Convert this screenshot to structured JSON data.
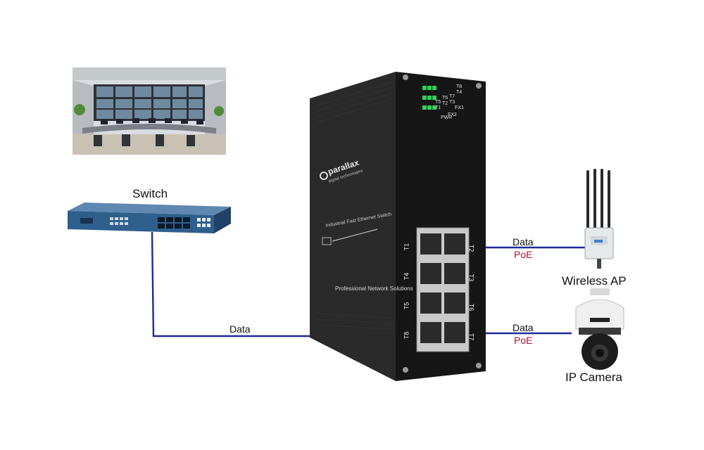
{
  "devices": {
    "switch": {
      "label": "Switch"
    },
    "wireless_ap": {
      "label": "Wireless AP"
    },
    "ip_camera": {
      "label": "IP Camera"
    },
    "industrial_switch": {
      "brand": "parallax",
      "brand_tagline": "digital technologies",
      "model_text": "Industrial Fast Ethernet Switch",
      "slogan": "Professional Network Solutions",
      "led_labels": [
        [
          "T4",
          "T8"
        ],
        [
          "T3",
          "T7",
          "FX1"
        ],
        [
          "T2",
          "T6",
          "FX2"
        ],
        [
          "T1",
          "T5",
          "PWR"
        ]
      ],
      "port_labels_left": [
        "T1",
        "T4",
        "T5",
        "T8"
      ],
      "port_labels_right": [
        "T2",
        "T3",
        "T6",
        "T7"
      ]
    }
  },
  "links": {
    "switch_link": {
      "data_label": "Data"
    },
    "ap_link": {
      "data_label": "Data",
      "poe_label": "PoE"
    },
    "camera_link": {
      "data_label": "Data",
      "poe_label": "PoE"
    }
  },
  "colors": {
    "cable": "#1e2a9c",
    "poe_text": "#b0102a",
    "chassis": "#1b1b1c"
  }
}
